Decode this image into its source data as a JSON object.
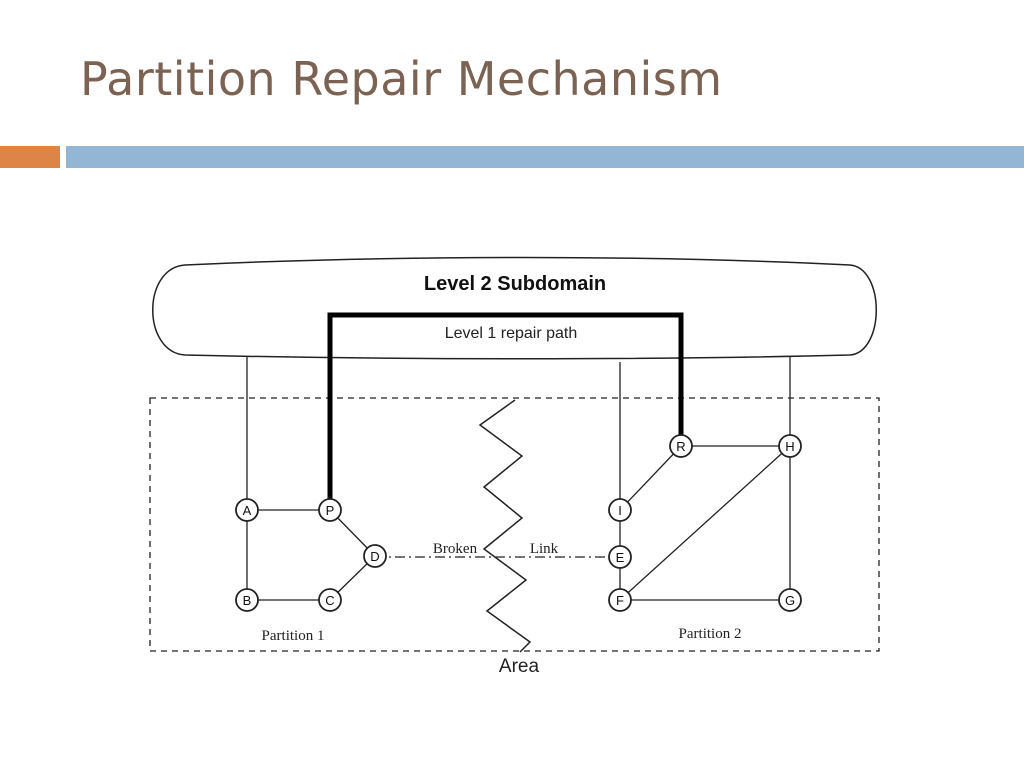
{
  "slide": {
    "title": "Partition Repair Mechanism"
  },
  "diagram": {
    "subdomain_label": "Level 2 Subdomain",
    "repair_path_label": "Level 1 repair path",
    "broken_label_1": "Broken",
    "broken_label_2": "Link",
    "partition1_label": "Partition 1",
    "partition2_label": "Partition 2",
    "area_label": "Area",
    "nodes": {
      "A": "A",
      "B": "B",
      "C": "C",
      "D": "D",
      "P": "P",
      "E": "E",
      "F": "F",
      "G": "G",
      "H": "H",
      "I": "I",
      "R": "R"
    }
  }
}
